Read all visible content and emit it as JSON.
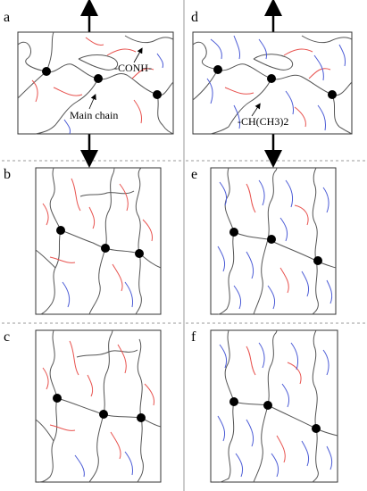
{
  "panels": [
    {
      "id": "a",
      "label": "a"
    },
    {
      "id": "b",
      "label": "b"
    },
    {
      "id": "c",
      "label": "c"
    },
    {
      "id": "d",
      "label": "d"
    },
    {
      "id": "e",
      "label": "e"
    },
    {
      "id": "f",
      "label": "f"
    }
  ],
  "annotations": {
    "conh": "-CONH-",
    "main_chain": "Main chain",
    "ch_ch3": "-CH(CH3)2"
  },
  "colors": {
    "main_chain": "#555555",
    "conh_group": "#e8534f",
    "ch_ch3_group": "#4b5bd6",
    "crosslink": "#000000",
    "divider": "#999999"
  }
}
